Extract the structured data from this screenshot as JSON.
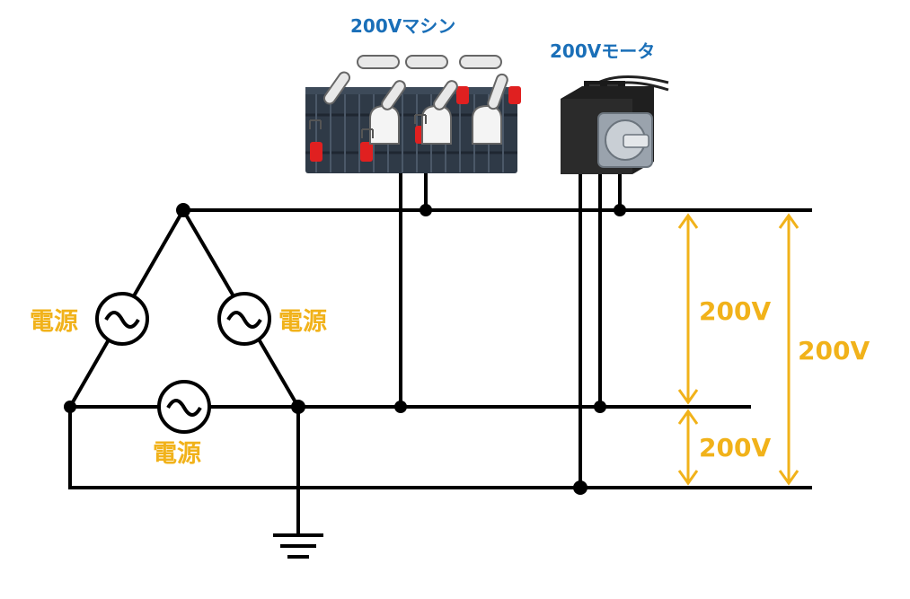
{
  "labels": {
    "machine": "200Vマシン",
    "motor": "200Vモータ",
    "source_left": "電源",
    "source_right": "電源",
    "source_bottom": "電源",
    "voltage_top": "200V",
    "voltage_bottom": "200V",
    "voltage_total": "200V"
  },
  "colors": {
    "wire": "#000000",
    "label_blue": "#1a6fb8",
    "voltage_gold": "#f1b21a"
  },
  "icons": {
    "machine": "industrial-robot-arms-icon",
    "motor": "servo-motor-icon",
    "source": "ac-source-icon",
    "ground": "ground-icon"
  }
}
